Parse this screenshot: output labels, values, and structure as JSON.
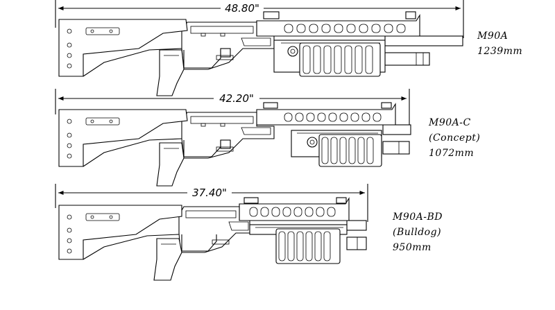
{
  "models": [
    {
      "name": "M90A",
      "sub": "",
      "length": "1239mm",
      "dimension": "48.80\""
    },
    {
      "name": "M90A-C",
      "sub": "(Concept)",
      "length": "1072mm",
      "dimension": "42.20\""
    },
    {
      "name": "M90A-BD",
      "sub": "(Bulldog)",
      "length": "950mm",
      "dimension": "37.40\""
    }
  ]
}
